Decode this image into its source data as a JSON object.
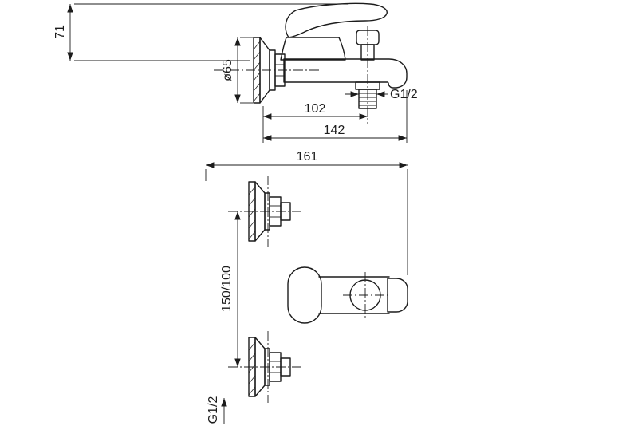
{
  "colors": {
    "line": "#1c1c1c",
    "background": "#ffffff"
  },
  "side_view": {
    "dim_height": "71",
    "dim_flange_diameter": "ø65",
    "dim_wall_to_outlet": "102",
    "dim_wall_to_spout": "142",
    "outlet_thread_label": "G1/2"
  },
  "front_view": {
    "dim_total_width": "161",
    "dim_connection_spacing": "150/100",
    "connection_thread_label": "G1/2"
  }
}
